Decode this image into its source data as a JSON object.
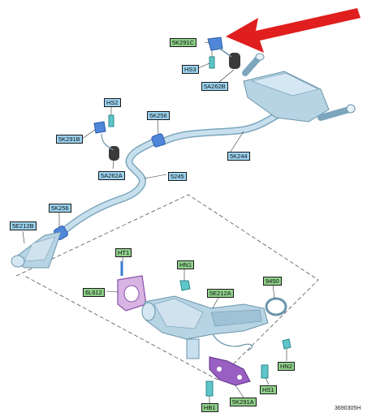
{
  "labels": {
    "5K291C": "5K291C",
    "HS3": "HS3",
    "5A262B": "5A262B",
    "HS2": "HS2",
    "5K256_top": "5K256",
    "5K291B": "5K291B",
    "5K244": "5K244",
    "5A262A": "5A262A",
    "5245": "5245",
    "5K256_mid": "5K256",
    "5E212B": "5E212B",
    "HT1": "HT1",
    "HN1": "HN1",
    "6L612": "6L612",
    "5E212A": "5E212A",
    "9450": "9450",
    "HN2": "HN2",
    "HS1": "HS1",
    "HB1": "HB1",
    "5K291A": "5K291A"
  },
  "doc_id": "3690305H",
  "colors": {
    "pipe": "#b7d4e4",
    "pipe_dark": "#7da6bd",
    "clamp_blue": "#4f86d9",
    "rubber": "#3a3a3a",
    "gasket_purple": "#b07cc6",
    "bracket_purple": "#9a5fc2",
    "arrow_red": "#e01e1e",
    "label_green": "#8fd18a",
    "label_blue": "#9bd3f0"
  }
}
